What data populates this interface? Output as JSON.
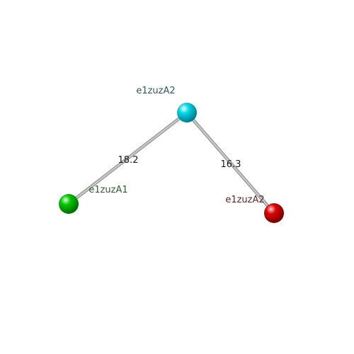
{
  "nodes": [
    {
      "id": "top",
      "label": "e1zuzA2",
      "color": "#00d8ea",
      "label_color": "#2b5a66"
    },
    {
      "id": "left",
      "label": "e1zuzA1",
      "color": "#00c800",
      "label_color": "#2b5e2b"
    },
    {
      "id": "right",
      "label": "e1zuzA2",
      "color": "#e00000",
      "label_color": "#6b2424"
    }
  ],
  "edges": [
    {
      "from": "top",
      "to": "left",
      "label": "18.2"
    },
    {
      "from": "top",
      "to": "right",
      "label": "16.3"
    }
  ],
  "edge_color": "#c8c8c8"
}
